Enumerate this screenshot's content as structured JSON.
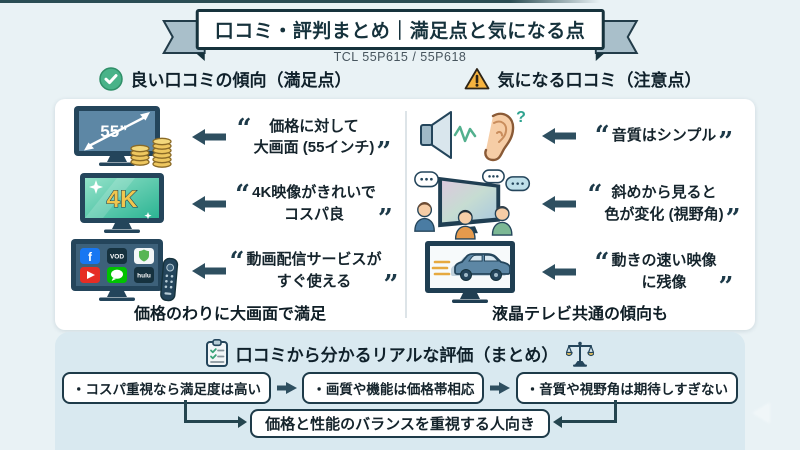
{
  "banner": {
    "title": "口コミ・評判まとめ｜満足点と気になる点",
    "subtitle": "TCL 55P615 / 55P618"
  },
  "quote_marks": {
    "open": "“",
    "close": "”"
  },
  "good": {
    "header": "良い口コミの傾向（満足点）",
    "items": [
      {
        "icon": "tv-55-inch-coins",
        "line1": "価格に対して",
        "line2": "大画面 (55インチ)"
      },
      {
        "icon": "tv-4k",
        "line1": "4K映像がきれいで",
        "line2": "コスパ良"
      },
      {
        "icon": "tv-streaming-apps-remote",
        "line1": "動画配信サービスが",
        "line2": "すぐ使える"
      }
    ],
    "caption": "価格のわりに大画面で満足"
  },
  "concern": {
    "header": "気になる口コミ（注意点）",
    "items": [
      {
        "icon": "speaker-ear-question",
        "line1": "音質はシンプル",
        "line2": ""
      },
      {
        "icon": "viewers-angle-tv",
        "line1": "斜めから見ると",
        "line2": "色が変化 (視野角)"
      },
      {
        "icon": "tv-fast-motion-car",
        "line1": "動きの速い映像",
        "line2": "に残像"
      }
    ],
    "caption": "液晶テレビ共通の傾向も"
  },
  "summary": {
    "title": "口コミから分かるリアルな評価（まとめ）",
    "boxes": [
      "・コスパ重視なら満足度は高い",
      "・画質や機能は価格帯相応",
      "・音質や視野角は期待しすぎない"
    ],
    "conclusion": "価格と性能のバランスを重視する人向き"
  },
  "icon_text": {
    "tv_size": "55”",
    "tv_resolution": "4K",
    "app_facebook": "f",
    "app_vod": "VOD",
    "app_hulu": "hulu",
    "ear_question": "?"
  },
  "colors": {
    "page_bg": "#E9F2F5",
    "panel_blue": "#D9E9F0",
    "navy": "#24455B",
    "ink": "#16323C",
    "arrow": "#2E4F60",
    "green_check": "#49B389",
    "amber_warning": "#F6B33F",
    "coin_gold": "#EEC75F",
    "screen_teal": "#2CB493",
    "screen_slate": "#5D87A5"
  }
}
